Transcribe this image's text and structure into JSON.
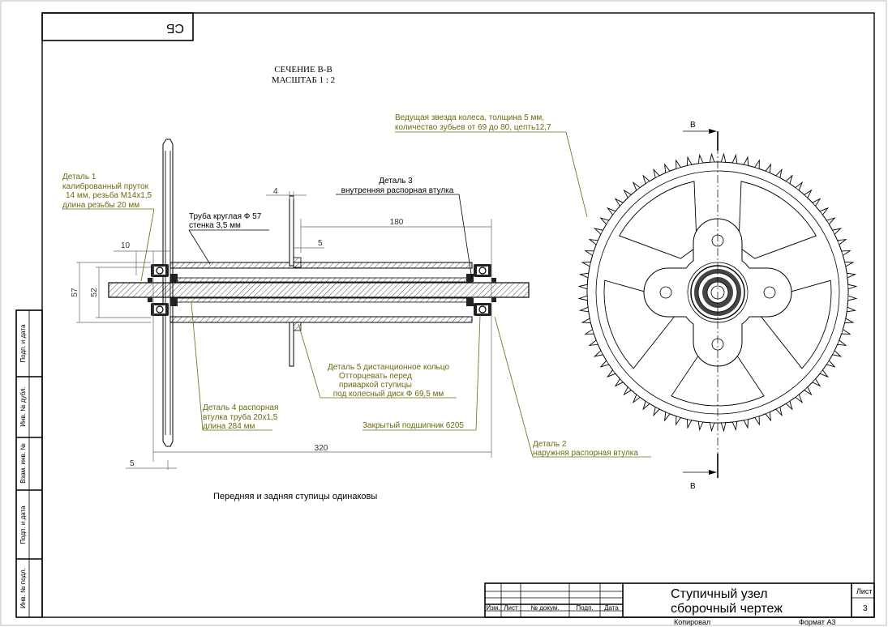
{
  "stamp": "СБ",
  "section": {
    "title": "СЕЧЕНИЕ В-В",
    "scale": "МАСШТАБ 1 : 2"
  },
  "section_marks": {
    "top": "В",
    "bottom": "В"
  },
  "callouts": {
    "detail1": [
      "Деталь 1",
      "калиброванный пруток",
      "14 мм, резьба М14х1,5",
      "длина резьбы 20 мм"
    ],
    "pipe": [
      "Труба круглая Ф 57",
      "стенка 3,5 мм"
    ],
    "detail3": [
      "Деталь 3",
      "внутренняя распорная втулка"
    ],
    "sprocket": [
      "Ведущая звезда колеса, толщина 5 мм,",
      "количество зубьев от 69 до 80, цепть12,7"
    ],
    "detail5": [
      "Деталь 5 дистанционное кольцо",
      "Отторцевать перед",
      "приваркой ступицы",
      "под колесный диск Ф 69,5 мм"
    ],
    "detail4": [
      "Деталь 4 распорная",
      "втулка труба 20х1,5",
      "длина 284 мм"
    ],
    "bearing": [
      "Закрытый подшипник 6205"
    ],
    "detail2": [
      "Деталь 2",
      "наружняя распорная  втулка"
    ]
  },
  "dimensions": {
    "d4": "4",
    "d180": "180",
    "d5_top": "5",
    "d10": "10",
    "d57": "57",
    "d52": "52",
    "d320": "320",
    "d5_bottom": "5"
  },
  "note": "Передняя и задняя ступицы одинаковы",
  "side_stamp": [
    "Подп. и дата",
    "Инв. № дубл.",
    "Взам. инв. №",
    "Подп. и дата",
    "Инв. № подл."
  ],
  "title_block": {
    "headers": [
      "Изм.",
      "Лист",
      "№ докум.",
      "Подп.",
      "Дата"
    ],
    "title_line1": "Ступичный узел",
    "title_line2": "сборочный чертеж",
    "sheet_label": "Лист",
    "sheet_number": "3",
    "copied": "Копировал",
    "format": "Формат А3"
  }
}
